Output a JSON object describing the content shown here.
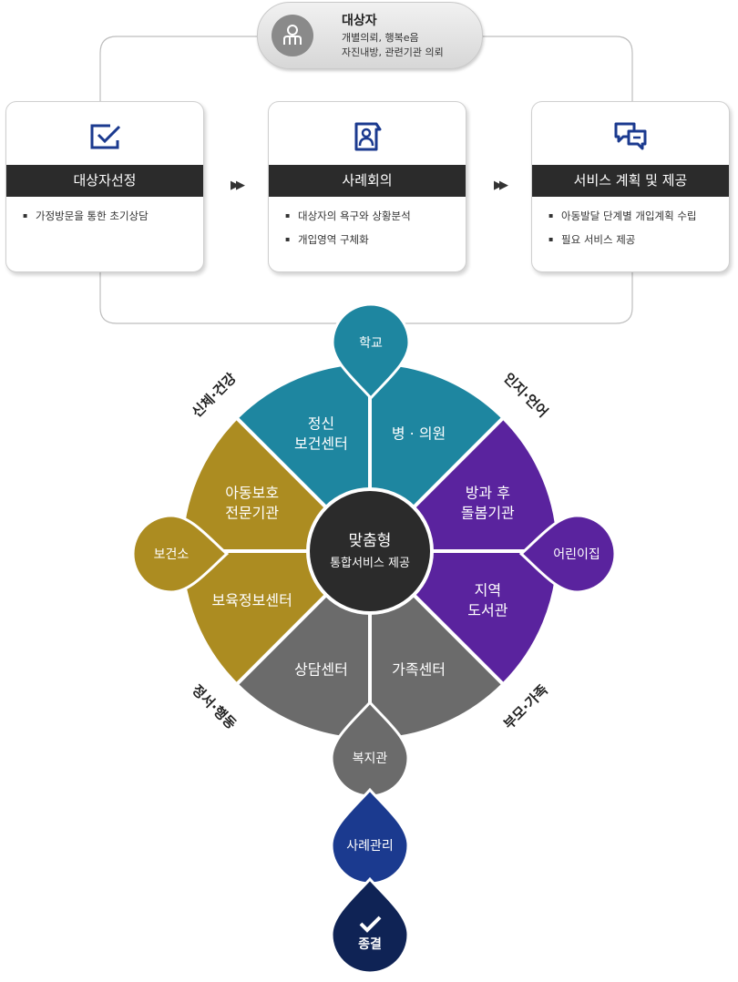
{
  "target": {
    "title": "대상자",
    "lines": [
      "개별의뢰, 행복e음",
      "자진내방, 관련기관 의뢰"
    ]
  },
  "steps": [
    {
      "title": "대상자선정",
      "items": [
        "가정방문을 통한 초기상담"
      ],
      "icon": "check-box-icon"
    },
    {
      "title": "사례회의",
      "items": [
        "대상자의 욕구와 상황분석",
        "개입영역 구체화"
      ],
      "icon": "meeting-person-icon"
    },
    {
      "title": "서비스 계획 및 제공",
      "items": [
        "아동발달 단계별 개입계획 수립",
        "필요 서비스 제공"
      ],
      "icon": "speech-bubbles-icon"
    }
  ],
  "center": {
    "line1": "맞춤형",
    "line2": "통합서비스 제공"
  },
  "segments": [
    {
      "label": [
        "병 · 의원"
      ],
      "color": "#1e86a0"
    },
    {
      "label": [
        "방과 후",
        "돌봄기관"
      ],
      "color": "#5a239e"
    },
    {
      "label": [
        "지역",
        "도서관"
      ],
      "color": "#5a239e"
    },
    {
      "label": [
        "가족센터"
      ],
      "color": "#6b6b6b"
    },
    {
      "label": [
        "상담센터"
      ],
      "color": "#6b6b6b"
    },
    {
      "label": [
        "보육정보센터"
      ],
      "color": "#ac8c21"
    },
    {
      "label": [
        "아동보호",
        "전문기관"
      ],
      "color": "#ac8c21"
    },
    {
      "label": [
        "정신",
        "보건센터"
      ],
      "color": "#1e86a0"
    }
  ],
  "quadrants": [
    "신체·건강",
    "인지·언어",
    "부모·가족",
    "정서·행동"
  ],
  "drops": {
    "school": "학교",
    "kinder": "어린이집",
    "welfare": "복지관",
    "health": "보건소",
    "case": "사례관리",
    "end": "종결"
  },
  "colors": {
    "teal": "#1e86a0",
    "purple": "#5a239e",
    "gray": "#6b6b6b",
    "gold": "#ac8c21",
    "navy": "#1b3a8f",
    "darknavy": "#0f2355",
    "dark": "#2b2b2b",
    "icon": "#1b3a8f"
  }
}
